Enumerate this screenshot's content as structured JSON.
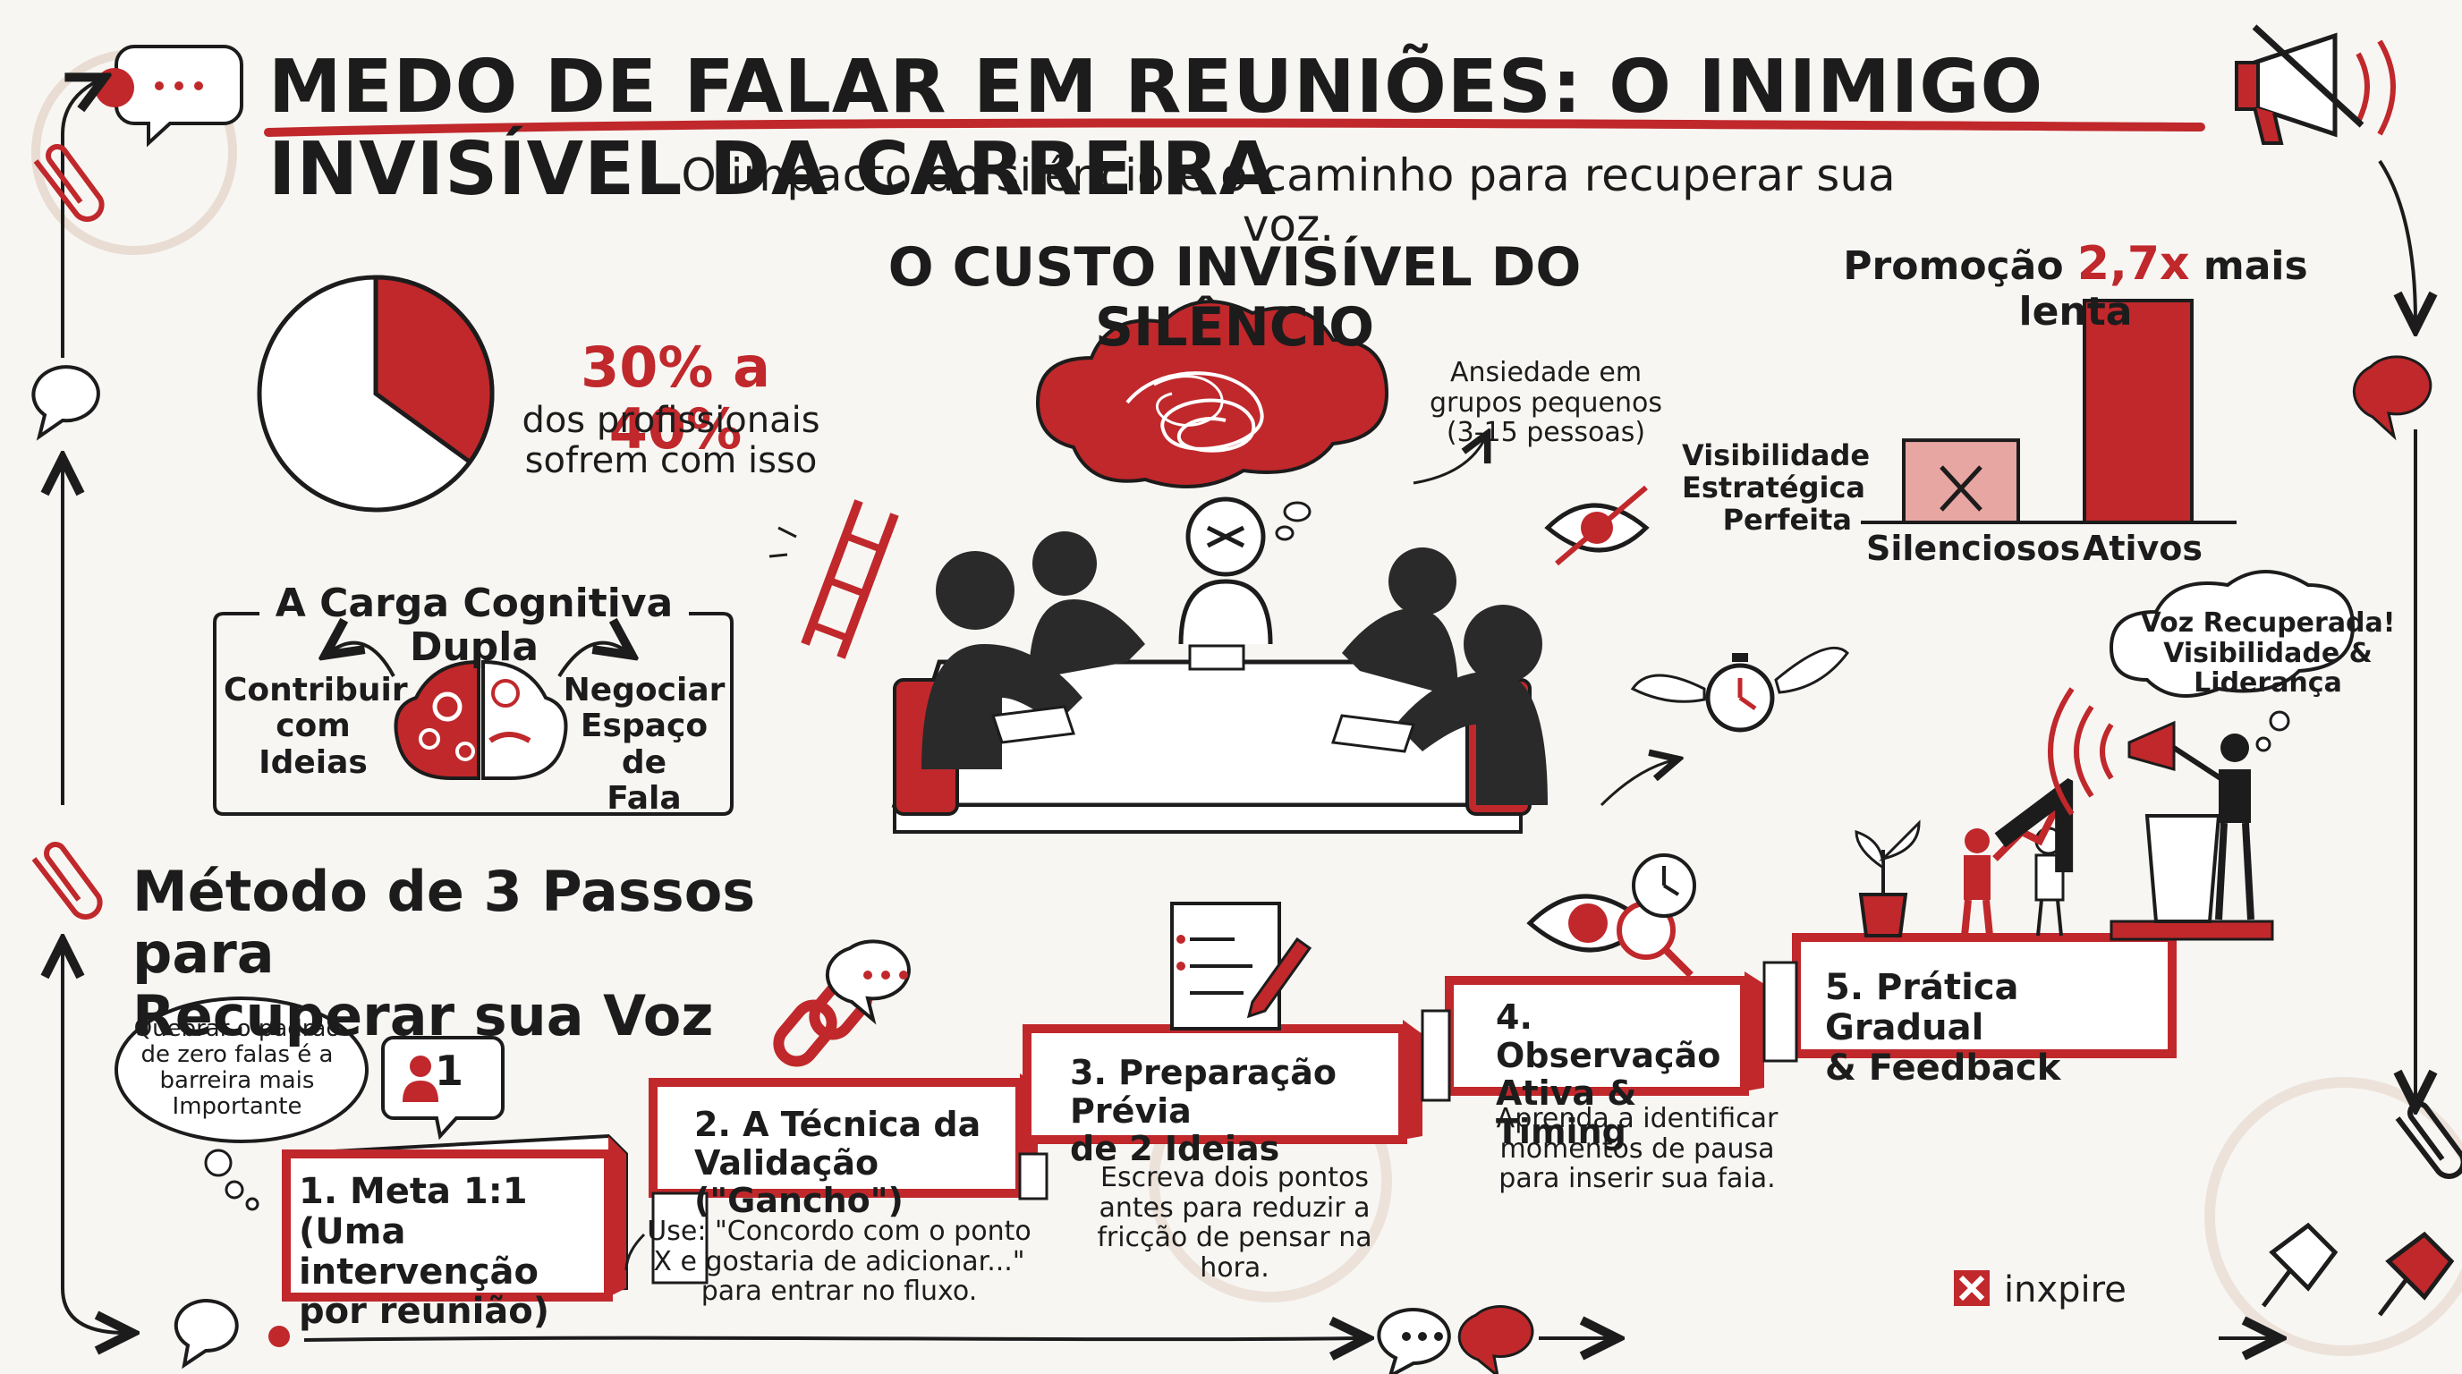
{
  "header": {
    "title": "MEDO DE FALAR EM REUNIÕES: O INIMIGO INVISÍVEL DA CARREIRA",
    "subtitle": "O impacto do silêncio e o caminho para recuperar sua voz."
  },
  "stat": {
    "percentage": "30% a 40%",
    "description": "dos profissionais\nsofrem com isso",
    "pie_share": 0.35
  },
  "carga": {
    "title": "A Carga Cognitiva Dupla",
    "left": "Contribuir\ncom\nIdeias",
    "right": "Negociar\nEspaço de\nFala"
  },
  "custo": {
    "title": "O CUSTO INVISÍVEL DO SILÊNCIO",
    "anxiety": "Ansiedade em\ngrupos pequenos\n(3-15 pessoas)"
  },
  "chart_data": {
    "type": "bar",
    "title_prefix": "Promoção",
    "title_value": "2,7x",
    "title_suffix": "mais lenta",
    "ylabel": "Visibilidade\nEstratégica\nPerfeita",
    "categories": [
      "Silenciosos",
      "Ativos"
    ],
    "values": [
      1,
      2.7
    ]
  },
  "metodo": {
    "title": "Método de 3 Passos para\nRecuperar sua Voz",
    "bubble": "Quebrar o padrão\nde zero falas é a\nbarreira mais\nImportante",
    "badge": "1",
    "steps": [
      {
        "label": "1. Meta 1:1\n(Uma intervenção\npor reunião)"
      },
      {
        "label": "2. A Técnica da\nValidação (\"Gancho\")",
        "desc": "Use: \"Concordo com o ponto\nX e gostaria de adicionar...\"\npara entrar no fluxo."
      },
      {
        "label": "3. Preparação Prévia\nde 2 Ideias",
        "desc": "Escreva dois pontos\nantes para reduzir a\nfricção de pensar na\nhora."
      },
      {
        "label": "4. Observação\nAtiva & Timing",
        "desc": "Aprenda a identificar\nmomentos de pausa\npara inserir sua faia."
      },
      {
        "label": "5. Prática Gradual\n& Feedback"
      }
    ],
    "final": "Voz Recuperada!\nVisibilidade &\nLiderança"
  },
  "brand": {
    "name": "inxpire"
  },
  "colors": {
    "accent": "#c0282b",
    "ink": "#1c1c1c",
    "paper": "#f7f6f3",
    "light_red": "#e8a6a2"
  }
}
